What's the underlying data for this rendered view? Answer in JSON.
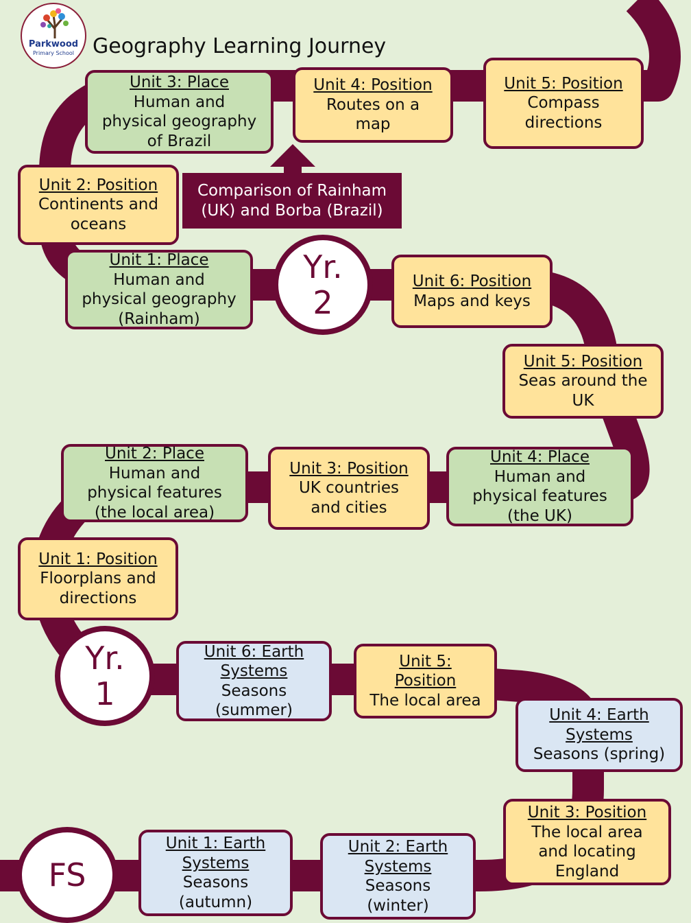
{
  "header": {
    "title": "Geography Learning Journey",
    "logo": {
      "name": "Parkwood",
      "subtitle": "Primary School"
    }
  },
  "milestones": {
    "fs": "FS",
    "yr1_a": "Yr.",
    "yr1_b": "1",
    "yr2_a": "Yr.",
    "yr2_b": "2"
  },
  "comparison_note": {
    "line1": "Comparison of Rainham",
    "line2": "(UK) and Borba (Brazil)"
  },
  "fs_units": [
    {
      "heading_1": "Unit 1: Earth",
      "heading_2": "Systems",
      "text_1": "Seasons",
      "text_2": "(autumn)"
    },
    {
      "heading_1": "Unit 2: Earth",
      "heading_2": "Systems",
      "text_1": "Seasons",
      "text_2": "(winter)"
    },
    {
      "heading_1": "Unit 3: Position",
      "text_1": "The local area",
      "text_2": "and locating",
      "text_3": "England"
    },
    {
      "heading_1": "Unit 4: Earth",
      "heading_2": "Systems",
      "text_1": "Seasons (spring)"
    },
    {
      "heading_1": "Unit 5:",
      "heading_2": "Position",
      "text_1": "The local area"
    },
    {
      "heading_1": "Unit 6: Earth",
      "heading_2": "Systems",
      "text_1": "Seasons",
      "text_2": "(summer)"
    }
  ],
  "yr1_units": [
    {
      "heading_1": "Unit 1: Position",
      "text_1": "Floorplans and",
      "text_2": "directions"
    },
    {
      "heading_1": "Unit 2: Place",
      "text_1": "Human and",
      "text_2": "physical features",
      "text_3": "(the local area)"
    },
    {
      "heading_1": "Unit 3: Position",
      "text_1": "UK countries",
      "text_2": "and cities"
    },
    {
      "heading_1": "Unit 4: Place",
      "text_1": "Human and",
      "text_2": "physical features",
      "text_3": "(the UK)"
    },
    {
      "heading_1": "Unit 5: Position",
      "text_1": "Seas around the",
      "text_2": "UK"
    },
    {
      "heading_1": "Unit 6: Position",
      "text_1": "Maps and keys"
    }
  ],
  "yr2_units": [
    {
      "heading_1": "Unit 1: Place",
      "text_1": "Human and",
      "text_2": "physical geography",
      "text_3": "(Rainham)"
    },
    {
      "heading_1": "Unit 2: Position",
      "text_1": "Continents and",
      "text_2": "oceans"
    },
    {
      "heading_1": "Unit 3: Place",
      "text_1": "Human and",
      "text_2": "physical geography",
      "text_3": "of Brazil"
    },
    {
      "heading_1": "Unit 4: Position",
      "text_1": "Routes on a",
      "text_2": "map"
    },
    {
      "heading_1": "Unit 5: Position",
      "text_1": "Compass",
      "text_2": "directions"
    }
  ],
  "colors": {
    "road": "#6b0a35",
    "background": "#e4efd9",
    "position": "#ffe39b",
    "place": "#c7e0b4",
    "earth_systems": "#dae6f3"
  }
}
